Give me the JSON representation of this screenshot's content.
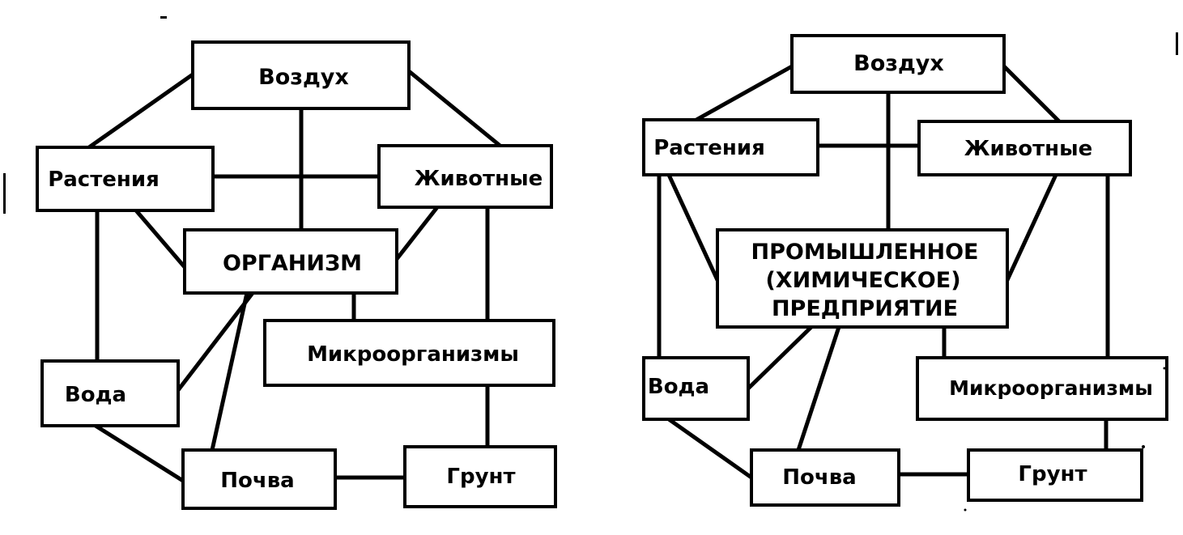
{
  "left_diagram": {
    "air": "Воздух",
    "plants": "Растения",
    "animals": "Животные",
    "organism": "ОРГАНИЗМ",
    "microorganisms": "Микроорганизмы",
    "water": "Вода",
    "soil": "Почва",
    "ground": "Грунт"
  },
  "right_diagram": {
    "air": "Воздух",
    "plants": "Растения",
    "animals": "Животные",
    "enterprise": [
      "ПРОМЫШЛЕННОЕ",
      "(ХИМИЧЕСКОЕ)",
      "ПРЕДПРИЯТИЕ"
    ],
    "microorganisms": "Микроорганизмы",
    "water": "Вода",
    "soil": "Почва",
    "ground": "Грунт"
  }
}
